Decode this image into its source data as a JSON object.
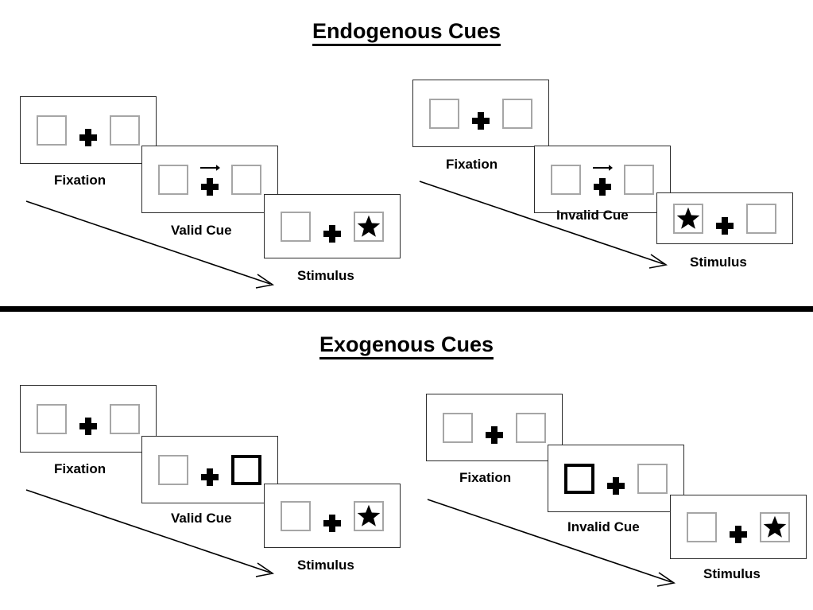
{
  "figure": {
    "title_top": "Endogenous Cues",
    "title_bottom": "Exogenous Cues"
  },
  "sections": [
    {
      "id": "endogenous",
      "title": "Endogenous Cues",
      "cue_type": "central-arrow",
      "sequences": [
        {
          "id": "endogenous-valid",
          "condition": "Valid",
          "panels": [
            {
              "caption": "Fixation",
              "left_box": "empty",
              "right_box": "empty",
              "centre": "plus",
              "cue_arrow": "none"
            },
            {
              "caption": "Valid Cue",
              "left_box": "empty",
              "right_box": "empty",
              "centre": "plus",
              "cue_arrow": "right"
            },
            {
              "caption": "Stimulus",
              "left_box": "empty",
              "right_box": "star",
              "centre": "plus",
              "cue_arrow": "none"
            }
          ]
        },
        {
          "id": "endogenous-invalid",
          "condition": "Invalid",
          "panels": [
            {
              "caption": "Fixation",
              "left_box": "empty",
              "right_box": "empty",
              "centre": "plus",
              "cue_arrow": "none"
            },
            {
              "caption": "Invalid Cue",
              "left_box": "empty",
              "right_box": "empty",
              "centre": "plus",
              "cue_arrow": "right"
            },
            {
              "caption": "Stimulus",
              "left_box": "star",
              "right_box": "empty",
              "centre": "plus",
              "cue_arrow": "none"
            }
          ]
        }
      ]
    },
    {
      "id": "exogenous",
      "title": "Exogenous Cues",
      "cue_type": "peripheral-box-flash",
      "sequences": [
        {
          "id": "exogenous-valid",
          "condition": "Valid",
          "panels": [
            {
              "caption": "Fixation",
              "left_box": "empty",
              "right_box": "empty",
              "centre": "plus",
              "cue_arrow": "none"
            },
            {
              "caption": "Valid Cue",
              "left_box": "empty",
              "right_box": "cued",
              "centre": "plus",
              "cue_arrow": "none"
            },
            {
              "caption": "Stimulus",
              "left_box": "empty",
              "right_box": "star",
              "centre": "plus",
              "cue_arrow": "none"
            }
          ]
        },
        {
          "id": "exogenous-invalid",
          "condition": "Invalid",
          "panels": [
            {
              "caption": "Fixation",
              "left_box": "empty",
              "right_box": "empty",
              "centre": "plus",
              "cue_arrow": "none"
            },
            {
              "caption": "Invalid Cue",
              "left_box": "cued",
              "right_box": "empty",
              "centre": "plus",
              "cue_arrow": "none"
            },
            {
              "caption": "Stimulus",
              "left_box": "empty",
              "right_box": "star",
              "centre": "plus",
              "cue_arrow": "none"
            }
          ]
        }
      ]
    }
  ],
  "colors": {
    "box_outline": "#a6a6a6",
    "cued_outline": "#000000",
    "panel_outline": "#2b2b2b",
    "ink": "#000000",
    "background": "#ffffff"
  }
}
